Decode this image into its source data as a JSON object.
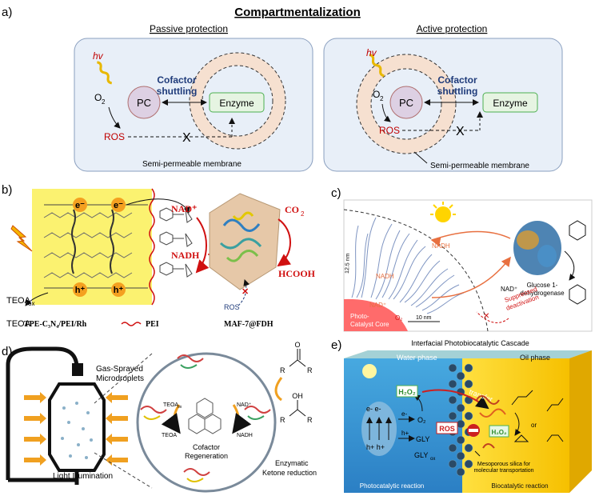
{
  "panel_a": {
    "letter": "a)",
    "title": "Compartmentalization",
    "left": {
      "subtitle": "Passive protection",
      "hv": "hv",
      "o2": "O",
      "o2_sub": "2",
      "pc": "PC",
      "ros": "ROS",
      "cofactor_1": "Cofactor",
      "cofactor_2": "shuttling",
      "enzyme": "Enzyme",
      "x_mark": "X",
      "membrane": "Semi-permeable membrane"
    },
    "right": {
      "subtitle": "Active protection",
      "hv": "hv",
      "o2": "O",
      "o2_sub": "2",
      "pc": "PC",
      "ros": "ROS",
      "cofactor_1": "Cofactor",
      "cofactor_2": "shuttling",
      "enzyme": "Enzyme",
      "x_mark": "X",
      "membrane": "Semi-permeable membrane"
    }
  },
  "panel_b": {
    "letter": "b)",
    "e_label": "e⁻",
    "h_label": "h⁺",
    "teoa_ox": "TEOA",
    "teoa_ox_sub": "ox",
    "teoa": "TEOA",
    "nad_plus": "NAD⁺",
    "nadh": "NADH",
    "co2": "CO",
    "co2_sub": "2",
    "hcooh": "HCOOH",
    "ros": "ROS",
    "caption_left": "TPE-C₃N₄/PEI/Rh",
    "caption_pei": "PEI",
    "caption_right": "MAF-7@FDH"
  },
  "panel_c": {
    "letter": "c)",
    "nadh_top": "NADH",
    "nadh_mid": "NADH",
    "nad_plus_mid": "NAD⁺",
    "nad_plus_right": "NAD⁺",
    "dim_12_5": "12.5 nm",
    "dim_10": "10 nm",
    "o2": "O₂",
    "core_1": "Photo-",
    "core_2": "Catalyst Core",
    "suppressed_1": "Suppressed",
    "suppressed_2": "deactivation",
    "enzyme_1": "Glucose 1-",
    "enzyme_2": "dehydrogenase"
  },
  "panel_d": {
    "letter": "d)",
    "gas_1": "Gas-Sprayed",
    "gas_2": "Microdroplets",
    "light": "Light Illumination",
    "teoa_ox": "TEOA",
    "teoa_ox_sub": "ox",
    "teoa": "TEOA",
    "nad_plus": "NAD⁺",
    "nadh": "NADH",
    "regen_1": "Cofactor",
    "regen_2": "Regeneration",
    "enz_1": "Enzymatic",
    "enz_2": "Ketone reduction",
    "r1": "R",
    "r2": "R"
  },
  "panel_e": {
    "letter": "e)",
    "title": "Interfacial Photobiocatalytic Cascade",
    "water": "Water phase",
    "oil": "Oil phase",
    "h2o2": "H₂O₂",
    "h2o2_right": "H₂O₂",
    "transfer": "transfer",
    "ros": "ROS",
    "e_left": "e-  e-",
    "h_left": "h+ h+",
    "e_arrow": "e-",
    "h_arrow": "h+",
    "o2": "O₂",
    "gly": "GLY",
    "gly_ox": "GLY",
    "gly_ox_sub": "ox",
    "or": "or",
    "meso_1": "Mesoporous silica for",
    "meso_2": "molecular transportation",
    "photo": "Photocatalytic reaction",
    "bio": "Biocatalytic reaction"
  }
}
